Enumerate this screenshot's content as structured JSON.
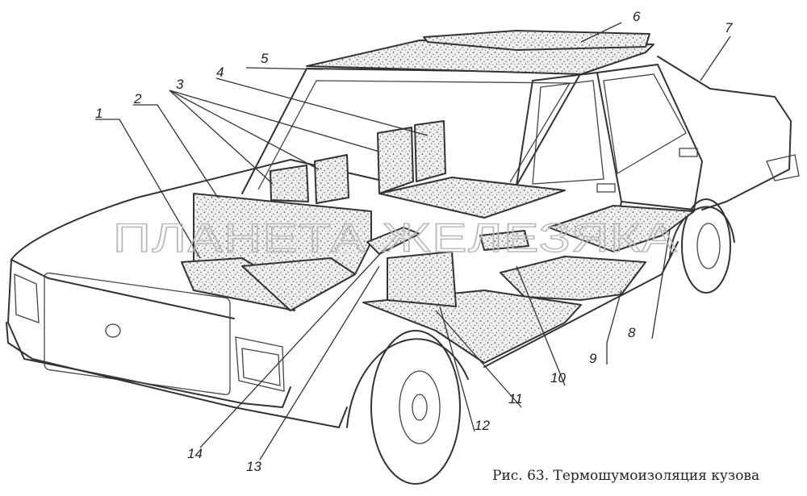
{
  "caption": "Рис. 63. Термошумоизоляция кузова",
  "watermark": "ПЛАНЕТА ЖЕЛЕЗЯКА",
  "callouts": [
    "1",
    "2",
    "3",
    "4",
    "5",
    "6",
    "7",
    "8",
    "9",
    "10",
    "11",
    "12",
    "13",
    "14"
  ]
}
